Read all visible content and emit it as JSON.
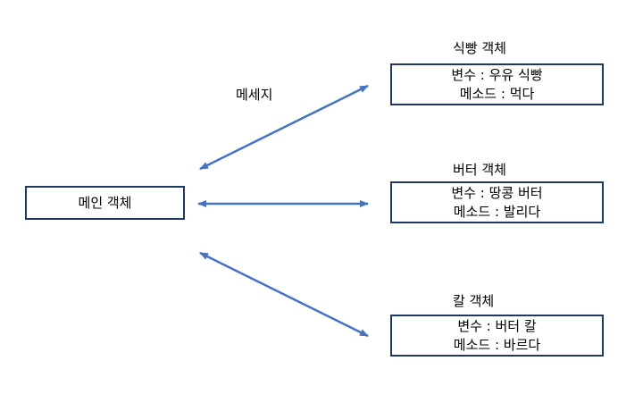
{
  "main": {
    "title": "메인 객체"
  },
  "message_label": "메세지",
  "objects": [
    {
      "title": "식빵 객체",
      "variable": "변수 : 우유 식빵",
      "method": "메소드 : 먹다"
    },
    {
      "title": "버터 객체",
      "variable": "변수 : 땅콩 버터",
      "method": "메소드 : 발리다"
    },
    {
      "title": "칼 객체",
      "variable": "변수 : 버터 칼",
      "method": "메소드 : 바르다"
    }
  ],
  "colors": {
    "arrow": "#4472c4",
    "box_border": "#1f3864"
  }
}
